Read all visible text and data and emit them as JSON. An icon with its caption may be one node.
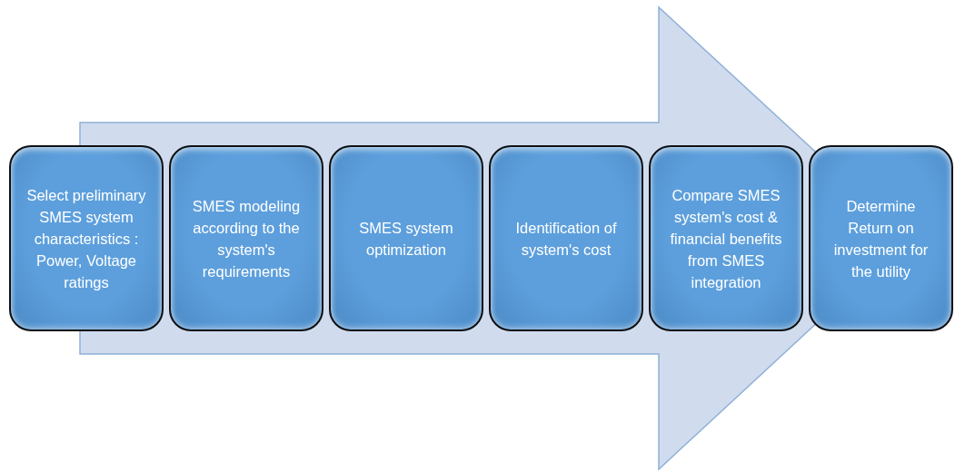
{
  "diagram": {
    "nodes": [
      {
        "text": [
          "Select preliminary SMES system characteristics : Power, Voltage ratings"
        ]
      },
      {
        "text": [
          "SMES modeling according to the system's requirements"
        ]
      },
      {
        "text": [
          "SMES system optimization"
        ]
      },
      {
        "text": [
          "Identification of system's cost"
        ]
      },
      {
        "text": [
          "Compare SMES system's cost & financial benefits from SMES integration"
        ]
      },
      {
        "text": [
          "Determine Return on investment for the utility"
        ]
      }
    ],
    "edges": [
      {
        "from": 0,
        "to": 5,
        "arrow": "to"
      }
    ]
  }
}
